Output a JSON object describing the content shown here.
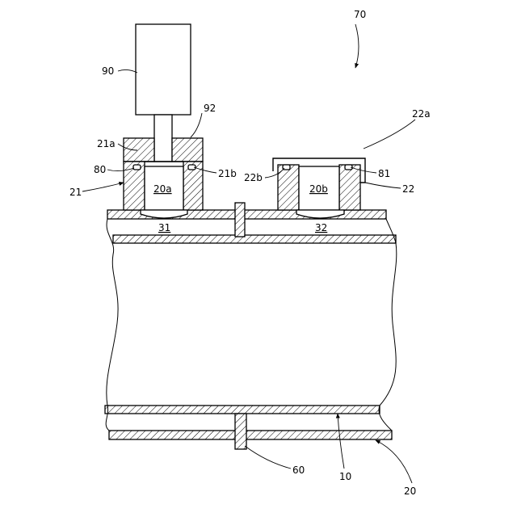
{
  "labels": {
    "assembly": "70",
    "actuator": "90",
    "shaft_holder": "92",
    "mount_a": "21a",
    "mount_a_recess": "21b",
    "mount_body_a": "21",
    "seal_a": "80",
    "sensor_a": "20a",
    "window_a": "31",
    "cover": "22a",
    "mount_b_recess": "22b",
    "seal_b": "81",
    "mount_body_b": "22",
    "sensor_b": "20b",
    "window_b": "32",
    "bolt": "60",
    "inner_pipe": "10",
    "outer_pipe": "20"
  }
}
